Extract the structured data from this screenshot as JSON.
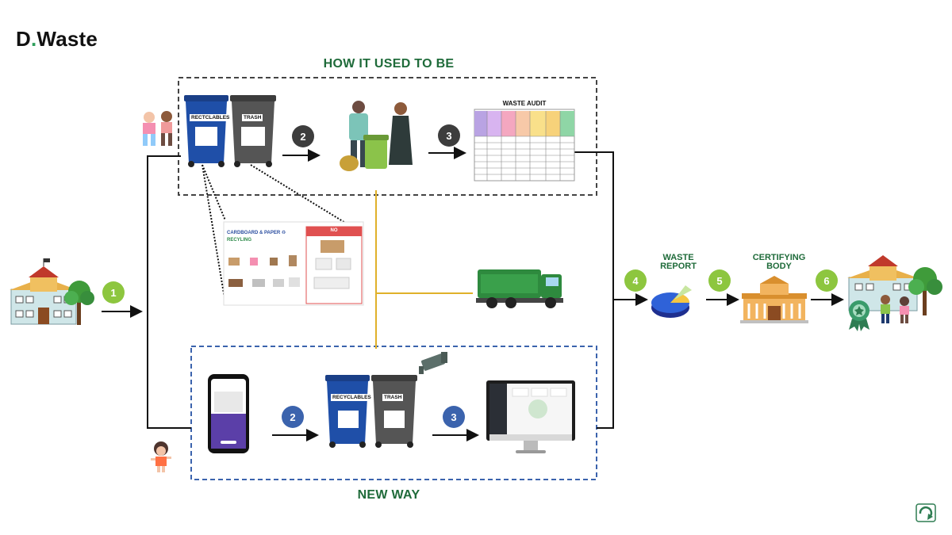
{
  "brand": {
    "name_part1": "D",
    "dot": ".",
    "name_part2": "Waste",
    "accent": "#2e9e5b"
  },
  "sections": {
    "old_title": "HOW IT USED TO BE",
    "new_title": "NEW WAY"
  },
  "steps": {
    "step1": "1",
    "old_step2": "2",
    "old_step3": "3",
    "new_step2": "2",
    "new_step3": "3",
    "step4": "4",
    "step5": "5",
    "step6": "6"
  },
  "labels": {
    "waste_report_line1": "WASTE",
    "waste_report_line2": "REPORT",
    "certifying_line1": "CERTIFYING",
    "certifying_line2": "BODY",
    "waste_audit": "WASTE AUDIT"
  },
  "bins": {
    "recyclables_old": "RECTCLABLES",
    "recyclables_new": "RECYCLABLES",
    "trash": "TRASH"
  },
  "poster": {
    "title": "CARDBOARD & PAPER ♻",
    "subtitle": "RECYLING",
    "no_label": "NO"
  },
  "colors": {
    "title_green": "#1f6b3a",
    "step_green": "#8dc63f",
    "step_dark": "#3d3d3d",
    "step_blue": "#3b63ad",
    "truck_green": "#2e8a3e",
    "connector_yellow": "#e0b12a",
    "bin_blue": "#1f4fa8",
    "bin_gray": "#555555"
  },
  "icons": [
    "school-icon",
    "kids-icon",
    "bin-icon",
    "collector-icon",
    "audit-table-icon",
    "poster-icon",
    "truck-icon",
    "phone-icon",
    "camera-icon",
    "monitor-icon",
    "pie-chart-icon",
    "building-icon",
    "award-icon",
    "recycle-logo-icon"
  ]
}
